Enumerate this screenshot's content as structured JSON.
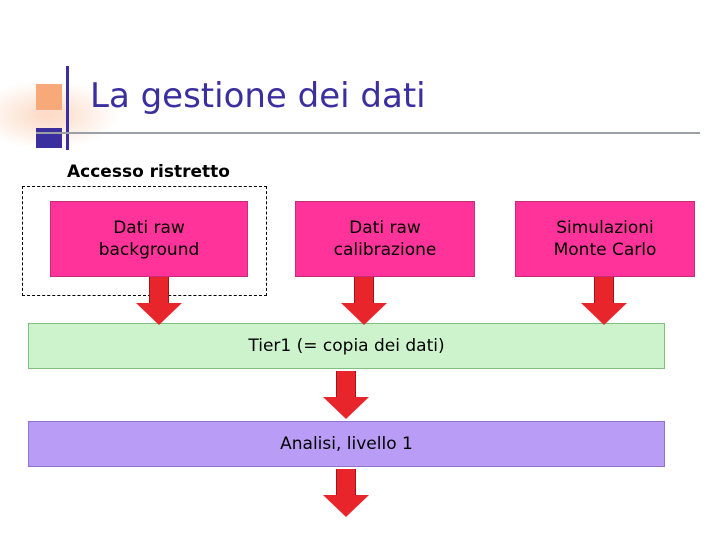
{
  "slide": {
    "title": "La gestione dei dati",
    "title_color": "#3b2fa0",
    "group_label": "Accesso ristretto",
    "boxes": [
      {
        "id": "raw-background",
        "label": "Dati raw\nbackground",
        "line1": "Dati raw",
        "line2": "background",
        "color": "#ff3399"
      },
      {
        "id": "raw-calibrazione",
        "label": "Dati raw\ncalibrazione",
        "line1": "Dati raw",
        "line2": "calibrazione",
        "color": "#ff3399"
      },
      {
        "id": "simulazioni-monte-carlo",
        "label": "Simulazioni\nMonte Carlo",
        "line1": "Simulazioni",
        "line2": "Monte Carlo",
        "color": "#ff3399"
      },
      {
        "id": "tier1",
        "label": "Tier1 (= copia dei dati)",
        "color": "#ccf3cc"
      },
      {
        "id": "analisi-livello-1",
        "label": "Analisi, livello 1",
        "color": "#b99cf5"
      }
    ],
    "arrows": [
      {
        "id": "arrow-from-raw-background",
        "direction": "down",
        "color": "#e8252b"
      },
      {
        "id": "arrow-from-raw-calibrazione",
        "direction": "down",
        "color": "#e8252b"
      },
      {
        "id": "arrow-from-simulazioni",
        "direction": "down",
        "color": "#e8252b"
      },
      {
        "id": "arrow-from-tier1",
        "direction": "down",
        "color": "#e8252b"
      },
      {
        "id": "arrow-from-analisi",
        "direction": "down",
        "color": "#e8252b"
      }
    ]
  }
}
